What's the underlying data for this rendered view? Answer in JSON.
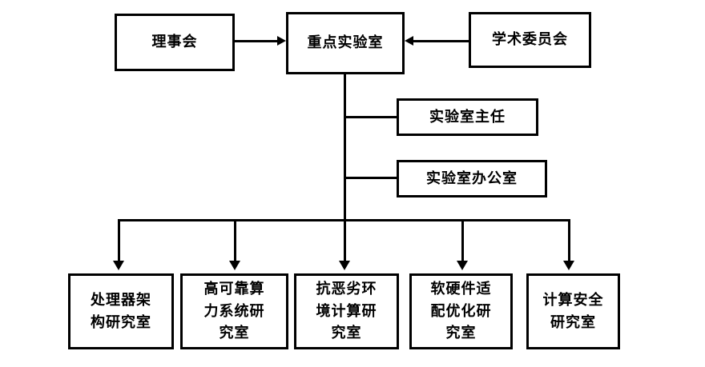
{
  "diagram": {
    "type": "org-chart",
    "background_color": "#ffffff",
    "line_color": "#000000",
    "box_border_color": "#000000",
    "text_color": "#000000",
    "nodes": {
      "board": "理事会",
      "key_lab": "重点实验室",
      "academic_committee": "学术委员会",
      "lab_director": "实验室主任",
      "lab_office": "实验室办公室",
      "research_office_1": "处理器架\n构研究室",
      "research_office_2": "高可靠算\n力系统研\n究室",
      "research_office_3": "抗恶劣环\n境计算研\n究室",
      "research_office_4": "软硬件适\n配优化研\n究室",
      "research_office_5": "计算安全\n研究室"
    },
    "edges": [
      {
        "from": "board",
        "to": "key_lab",
        "style": "arrow"
      },
      {
        "from": "academic_committee",
        "to": "key_lab",
        "style": "arrow"
      },
      {
        "from": "key_lab",
        "to": "lab_director",
        "style": "line"
      },
      {
        "from": "key_lab",
        "to": "lab_office",
        "style": "line"
      },
      {
        "from": "key_lab",
        "to": "research_office_1",
        "style": "arrow"
      },
      {
        "from": "key_lab",
        "to": "research_office_2",
        "style": "arrow"
      },
      {
        "from": "key_lab",
        "to": "research_office_3",
        "style": "arrow"
      },
      {
        "from": "key_lab",
        "to": "research_office_4",
        "style": "arrow"
      },
      {
        "from": "key_lab",
        "to": "research_office_5",
        "style": "arrow"
      }
    ]
  }
}
